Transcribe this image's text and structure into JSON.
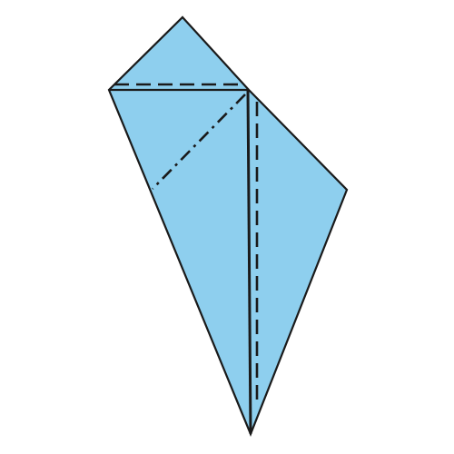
{
  "diagram": {
    "kind": "origami-fold-diagram",
    "colors": {
      "paper": "#8ecfee",
      "outline": "#1a1a1a",
      "background": "#ffffff"
    },
    "folds": [
      {
        "name": "top-valley-fold",
        "type": "valley"
      },
      {
        "name": "diagonal-mountain-fold",
        "type": "mountain"
      },
      {
        "name": "vertical-valley-fold",
        "type": "valley"
      },
      {
        "name": "center-crease",
        "type": "crease"
      }
    ]
  }
}
